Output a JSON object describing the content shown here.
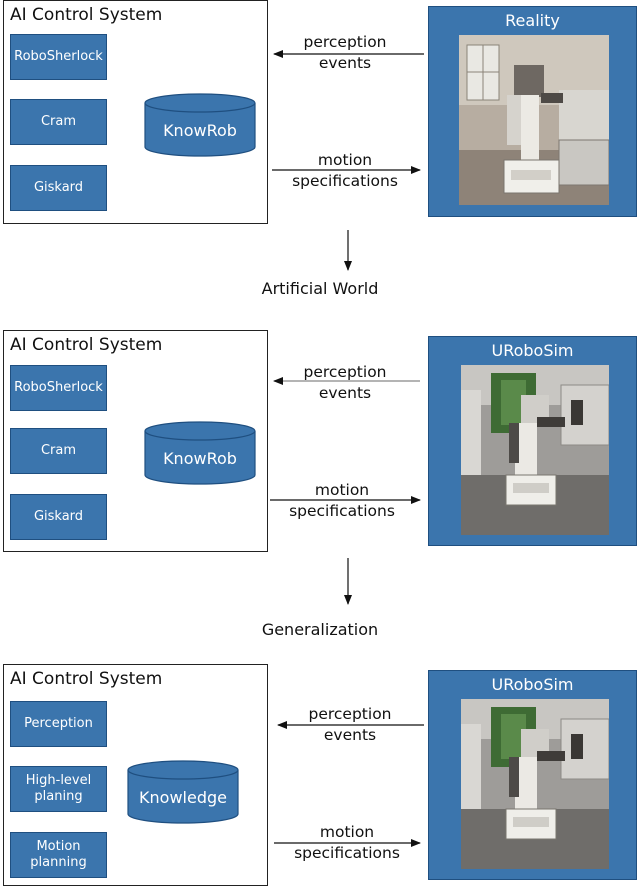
{
  "stages": [
    {
      "panel_title": "AI Control System",
      "modules": [
        "RoboSherlock",
        "Cram",
        "Giskard"
      ],
      "knowledge_base": "KnowRob",
      "environment_title": "Reality",
      "perception_label": [
        "perception",
        "events"
      ],
      "motion_label": [
        "motion",
        "specifications"
      ]
    },
    {
      "panel_title": "AI Control System",
      "modules": [
        "RoboSherlock",
        "Cram",
        "Giskard"
      ],
      "knowledge_base": "KnowRob",
      "environment_title": "URoboSim",
      "perception_label": [
        "perception",
        "events"
      ],
      "motion_label": [
        "motion",
        "specifications"
      ]
    },
    {
      "panel_title": "AI Control System",
      "modules": [
        "Perception",
        "High-level planing",
        "Motion planning"
      ],
      "knowledge_base": "Knowledge",
      "environment_title": "URoboSim",
      "perception_label": [
        "perception",
        "events"
      ],
      "motion_label": [
        "motion",
        "specifications"
      ]
    }
  ],
  "transitions": [
    "Artificial World",
    "Generalization"
  ],
  "colors": {
    "module_fill": "#3b75ad",
    "module_border": "#1f4f80",
    "outline": "#222222"
  }
}
